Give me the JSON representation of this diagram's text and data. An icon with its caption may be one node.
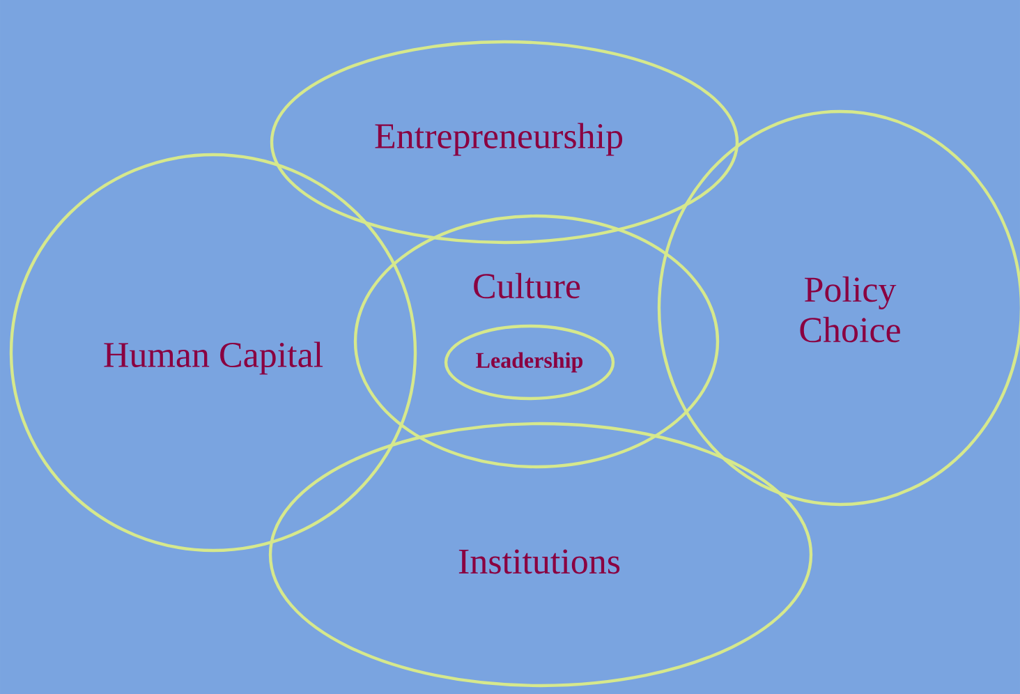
{
  "diagram": {
    "nodes": [
      {
        "text": [
          "Entrepreneurship"
        ]
      },
      {
        "text": [
          "Human Capital"
        ]
      },
      {
        "text": [
          "Culture"
        ]
      },
      {
        "text": [
          "Leadership"
        ],
        "in": 2
      },
      {
        "text": [
          "Policy Choice"
        ]
      },
      {
        "text": [
          "Institutions"
        ]
      }
    ]
  }
}
